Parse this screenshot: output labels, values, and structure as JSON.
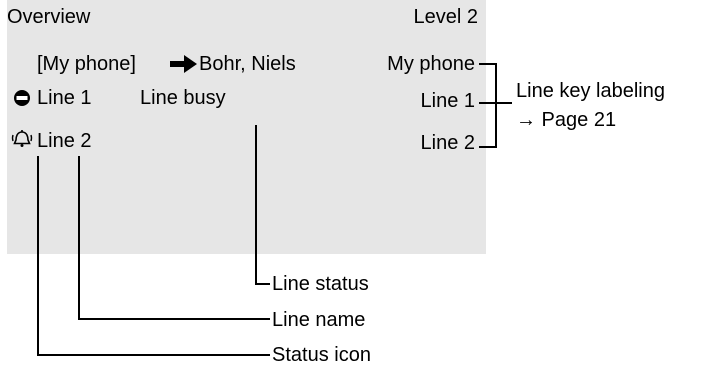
{
  "display": {
    "title": "Overview",
    "level": "Level 2",
    "forward": {
      "source": "[My phone]",
      "target": "Bohr, Niels"
    },
    "line1": {
      "name": "Line 1",
      "status": "Line busy",
      "icon": "busy-icon"
    },
    "line2": {
      "name": "Line 2",
      "icon": "ringing-bell-icon"
    },
    "key_labels": [
      "My phone",
      "Line 1",
      "Line 2"
    ]
  },
  "annotations": {
    "key_labeling_title": "Line key labeling",
    "key_labeling_ref": "→ Page 21",
    "line_status": "Line status",
    "line_name": "Line name",
    "status_icon": "Status icon"
  }
}
